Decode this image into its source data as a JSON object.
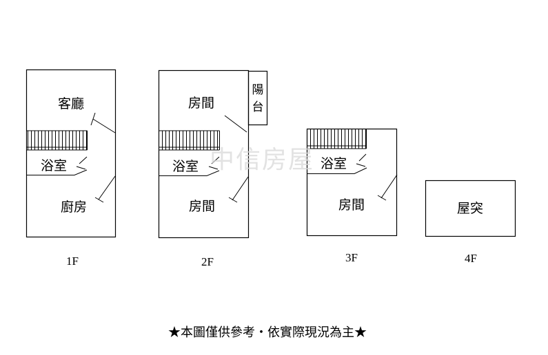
{
  "floors": {
    "f1": {
      "label": "1F",
      "rooms": {
        "living": "客廳",
        "bath": "浴室",
        "kitchen": "廚房"
      }
    },
    "f2": {
      "label": "2F",
      "rooms": {
        "room_top": "房間",
        "balcony": "陽台",
        "bath": "浴室",
        "room_bottom": "房間"
      }
    },
    "f3": {
      "label": "3F",
      "rooms": {
        "bath": "浴室",
        "room": "房間"
      }
    },
    "f4": {
      "label": "4F",
      "rooms": {
        "roof": "屋突"
      }
    }
  },
  "watermark": "中信房屋",
  "footer_note": "★本圖僅供參考・依實際現況為主★"
}
